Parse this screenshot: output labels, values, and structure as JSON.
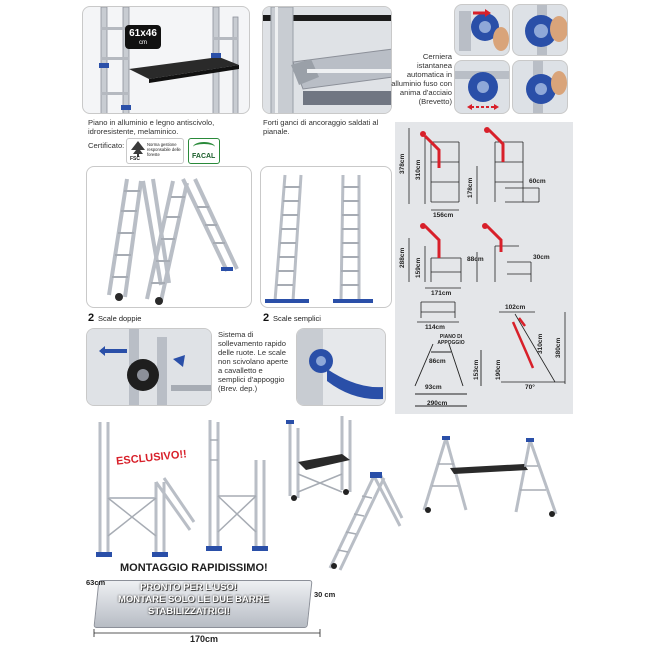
{
  "top_left": {
    "platform_badge": "61x46",
    "platform_badge_unit": "cm",
    "caption": "Piano in alluminio e legno antiscivolo, idroresistente, melaminico.",
    "cert_label": "Certificato:",
    "fsc_logo_text": "FSC",
    "fsc_text": "Norma gestione responsabile delle foreste",
    "facal_text": "FACAL"
  },
  "top_middle": {
    "caption": "Forti ganci di ancoraggio saldati al pianale."
  },
  "top_right": {
    "caption": "Cerniera istantanea automatica in alluminio fuso con anima d'acciaio (Brevetto)"
  },
  "mid_left": {
    "number": "2",
    "label": "Scale doppie"
  },
  "mid_middle": {
    "number": "2",
    "label": "Scale semplici"
  },
  "wheel_section": {
    "caption": "Sistema di sollevamento rapido delle ruote. Le scale non scivolano aperte a cavalletto e semplici d'appoggio (Brev. dep.)"
  },
  "diagram": {
    "d378": "378cm",
    "d310": "310cm",
    "d178": "178cm",
    "d60": "60cm",
    "d156": "156cm",
    "d288": "288cm",
    "d159": "159cm",
    "d88": "88cm",
    "d30": "30cm",
    "d171": "171cm",
    "d114": "114cm",
    "d102": "102cm",
    "d310b": "310cm",
    "d380": "380cm",
    "piano_label": "PIANO DI APPOGGIO",
    "d86": "86cm",
    "d153": "153cm",
    "d190": "190cm",
    "d93": "93cm",
    "d290": "290cm",
    "angle": "70°"
  },
  "bottom": {
    "esclusivo": "ESCLUSIVO!!",
    "montaggio": "MONTAGGIO RAPIDISSIMO!",
    "pronto": "PRONTO PER L'USO!",
    "montare": "MONTARE SOLO LE DUE BARRE",
    "stabilizzatrici": "STABILIZZATRICI!",
    "d63": "63cm",
    "d30": "30 cm",
    "d170": "170cm"
  },
  "colors": {
    "ladder_silver": "#c8ccd2",
    "accent_blue": "#2a4fa8",
    "accent_red": "#d8202a",
    "platform_dark": "#2a2a2a"
  }
}
